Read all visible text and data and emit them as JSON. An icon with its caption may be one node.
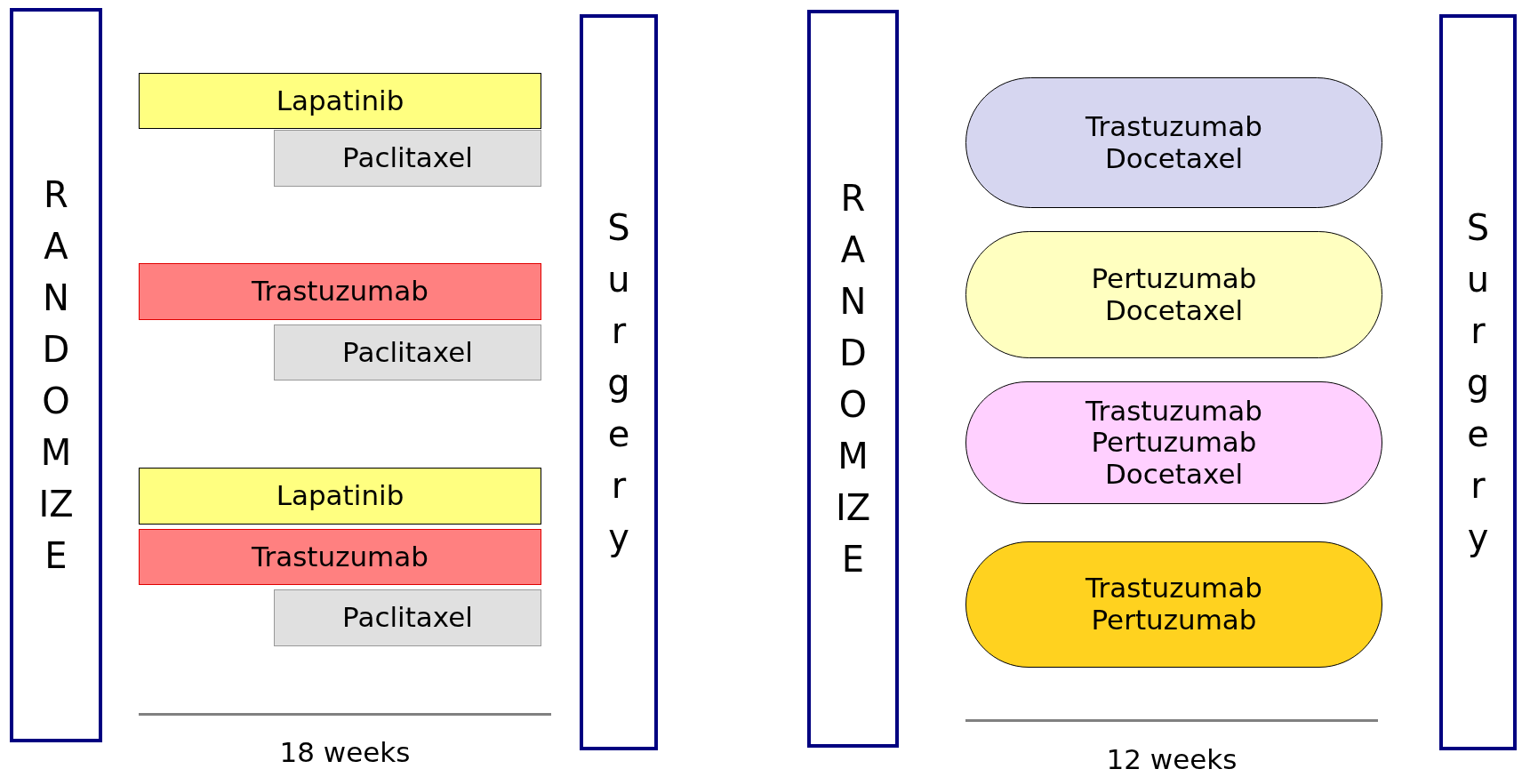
{
  "diagram": {
    "nodes": [
      {
        "text": [
          "RANDOMIZE"
        ]
      },
      {
        "text": [
          "Lapatinib"
        ]
      },
      {
        "text": [
          "Paclitaxel"
        ]
      },
      {
        "text": [
          "Trastuzumab"
        ]
      },
      {
        "text": [
          "Paclitaxel"
        ]
      },
      {
        "text": [
          "Lapatinib"
        ]
      },
      {
        "text": [
          "Trastuzumab"
        ]
      },
      {
        "text": [
          "Paclitaxel"
        ]
      },
      {
        "text": [
          "Surgery"
        ]
      },
      {
        "text": [
          "RANDOMIZE"
        ]
      },
      {
        "text": [
          "Trastuzumab",
          "Docetaxel"
        ]
      },
      {
        "text": [
          "Pertuzumab",
          "Docetaxel"
        ]
      },
      {
        "text": [
          "Trastuzumab",
          "Pertuzumab",
          "Docetaxel"
        ]
      },
      {
        "text": [
          "Trastuzumab",
          "Pertuzumab"
        ]
      },
      {
        "text": [
          "Surgery"
        ]
      }
    ],
    "labels": [
      "18 weeks",
      "12 weeks"
    ]
  }
}
